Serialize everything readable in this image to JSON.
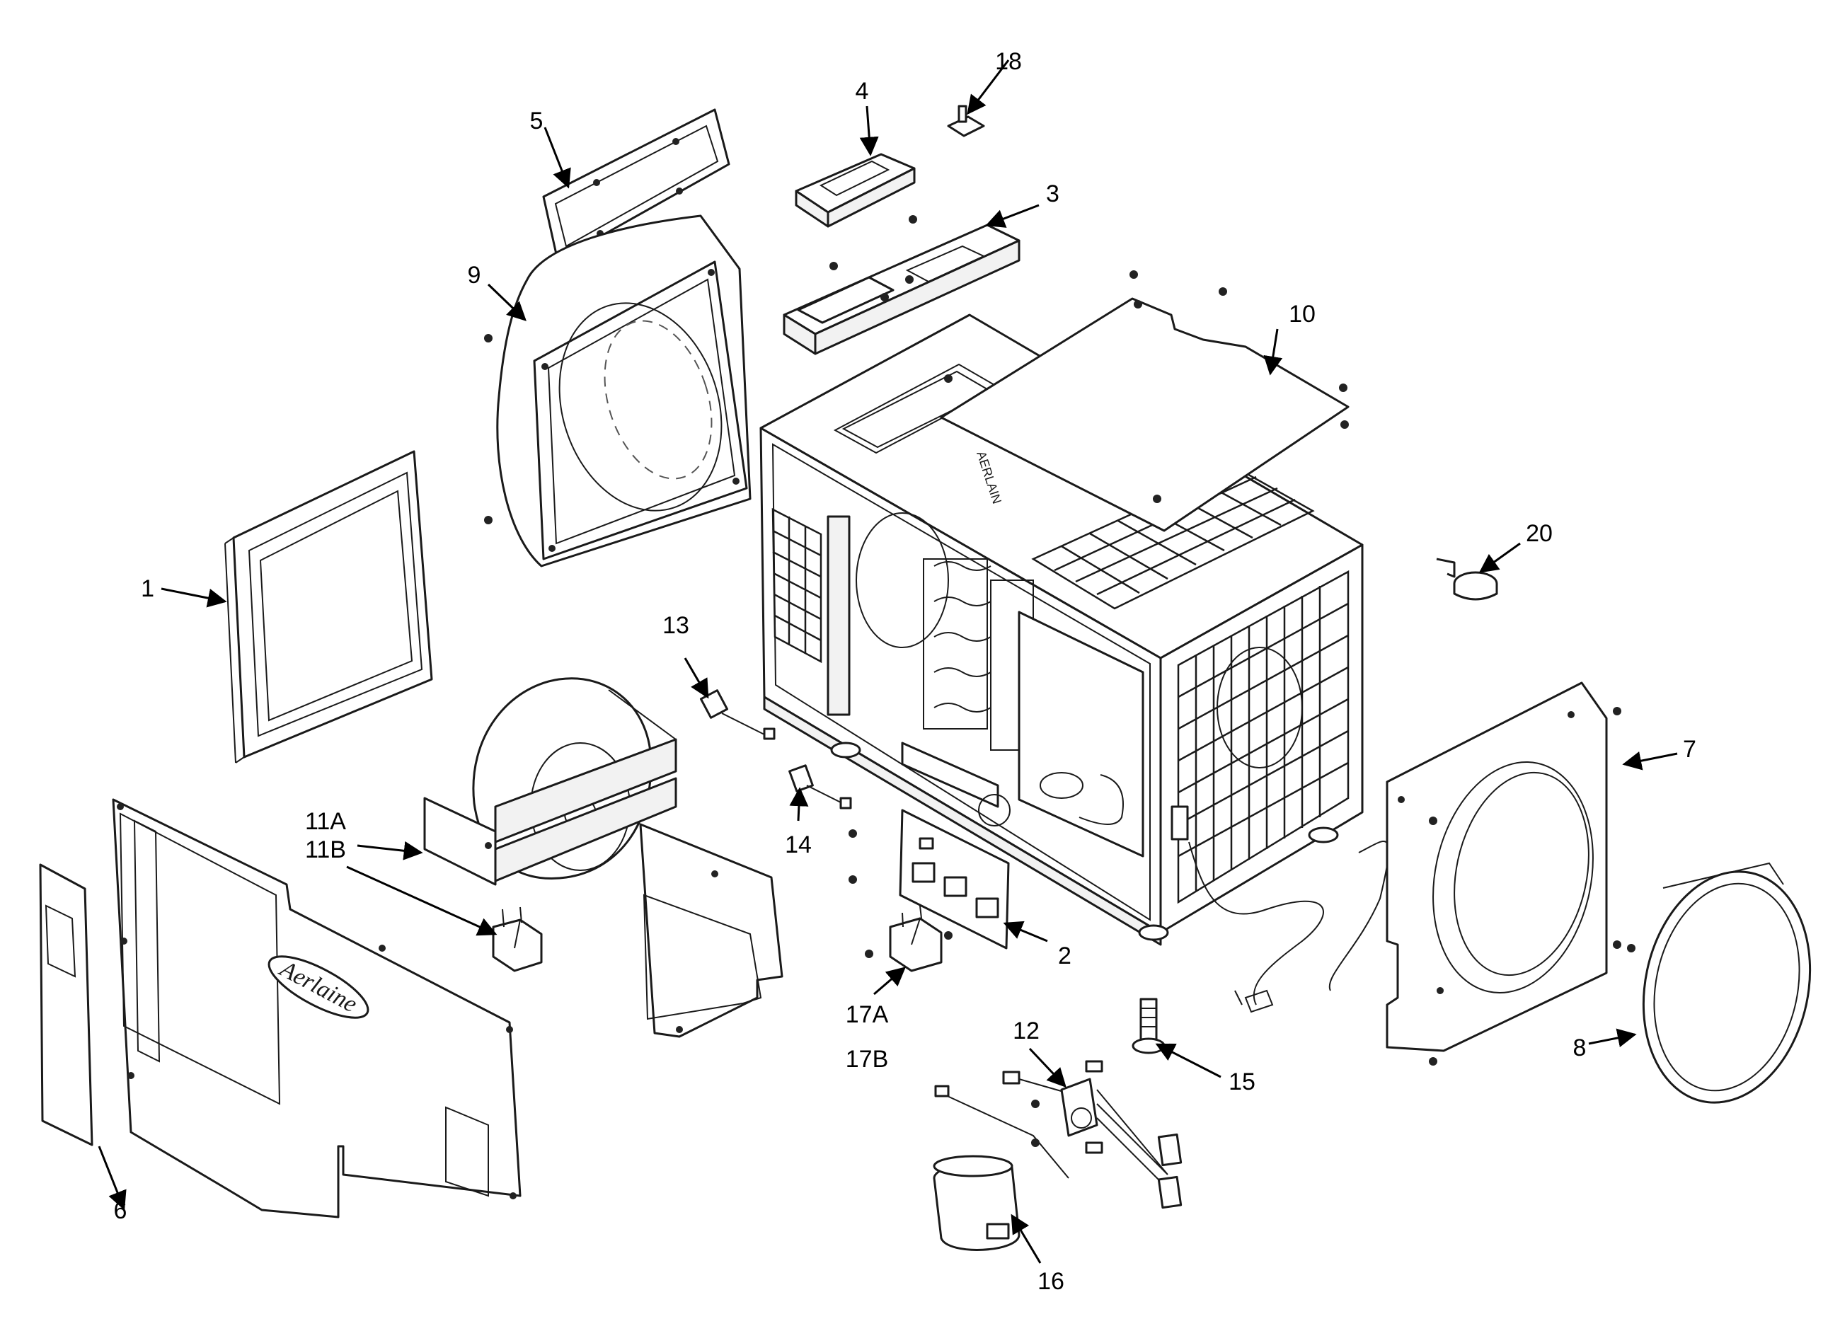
{
  "callouts": {
    "c1": "1",
    "c2": "2",
    "c3": "3",
    "c4": "4",
    "c5": "5",
    "c6": "6",
    "c7": "7",
    "c8": "8",
    "c9": "9",
    "c10": "10",
    "c11a": "11A",
    "c11b": "11B",
    "c12": "12",
    "c13": "13",
    "c14": "14",
    "c15": "15",
    "c16": "16",
    "c17a": "17A",
    "c17b": "17B",
    "c18": "18",
    "c20": "20"
  },
  "panel_logo": "Aerlaine",
  "top_panel_stamp": "AERLAIN"
}
